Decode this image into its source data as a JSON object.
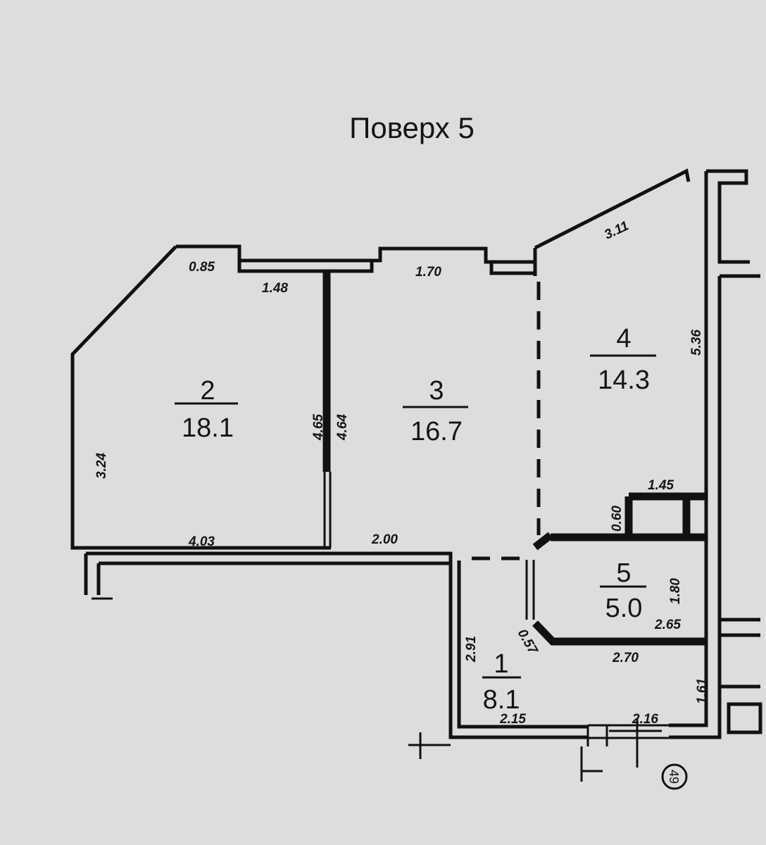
{
  "title": "Поверх 5",
  "rooms": [
    {
      "number": "1",
      "area": "8.1"
    },
    {
      "number": "2",
      "area": "18.1"
    },
    {
      "number": "3",
      "area": "16.7"
    },
    {
      "number": "4",
      "area": "14.3"
    },
    {
      "number": "5",
      "area": "5.0"
    }
  ],
  "dimensions": {
    "d085": "0.85",
    "d148": "1.48",
    "d170": "1.70",
    "d311": "3.11",
    "d536": "5.36",
    "d465": "4.65",
    "d464": "4.64",
    "d324": "3.24",
    "d403": "4.03",
    "d200": "2.00",
    "d145": "1.45",
    "d060": "0.60",
    "d180": "1.80",
    "d265": "2.65",
    "d270": "2.70",
    "d057": "0.57",
    "d291": "2.91",
    "d215": "2.15",
    "d216": "2.16",
    "d161": "1.61"
  },
  "axis_marker": "49"
}
